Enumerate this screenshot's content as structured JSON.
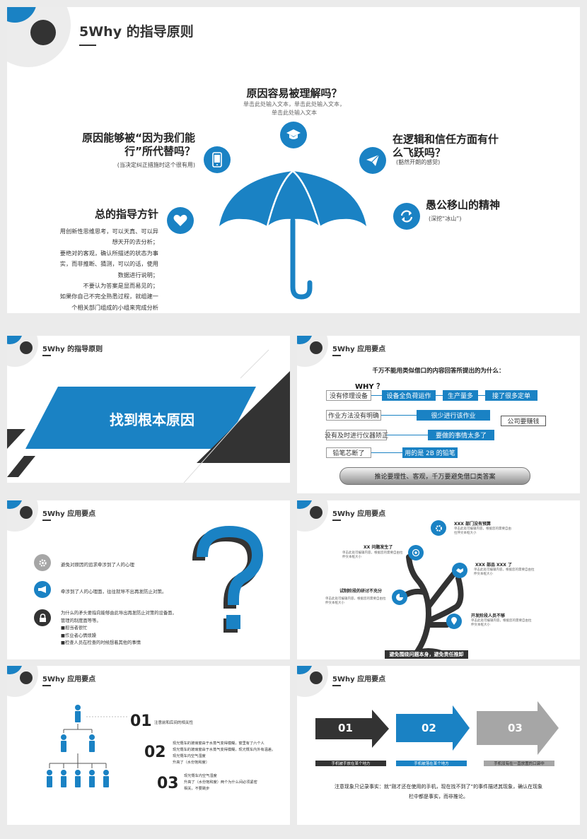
{
  "slide1": {
    "title": "5Why 的指导原则",
    "top_q": {
      "title": "原因容易被理解吗？",
      "body1": "单击此处输入文本，单击此处输入文本，",
      "body2": "单击此处输入文本"
    },
    "left_q": {
      "title1": "原因能够被“因为我们能",
      "title2": "行”所代替吗？",
      "sub": "(当决定纠正措施时这个很有用)"
    },
    "right_q": {
      "title1": "在逻辑和信任方面有什",
      "title2": "么飞跃吗？",
      "sub": "(豁然开朗的感觉)"
    },
    "right2": {
      "title": "愚公移山的精神",
      "sub": "(深挖“冰山”)"
    },
    "left2": {
      "title": "总的指导方针",
      "lines": [
        "用创新性思维思考，可以天真、可以异",
        "想天开的去分析；",
        "要绝对的客观，确认所描述的状态为事",
        "实，而非推断、猜测，可以的话，使用",
        "数据进行说明；",
        "不要认为答案是显而易见的；",
        "如果你自己不完全熟悉过程，就组建一",
        "个相关部门组成的小组来完成分析"
      ]
    }
  },
  "slide2": {
    "title": "5Why 的指导原则",
    "banner": "找到根本原因"
  },
  "slide3": {
    "title": "5Why 应用要点",
    "heading": "千万不能用类似借口的内容回答所提出的为什么：",
    "why": "WHY ？",
    "row1": [
      "没有修理设备",
      "设备全负荷运作",
      "生产量多",
      "接了很多定单"
    ],
    "row2": [
      "作业方法没有明确",
      "很少进行该作业"
    ],
    "row3": [
      "没有及时进行仪器矫正",
      "要做的事情太多了"
    ],
    "row4": [
      "铅笔芯断了",
      "用的是 2B 的铅笔"
    ],
    "side": "公司要赚钱",
    "footer": "推论要理性、客观，千万要避免借口类答案"
  },
  "slide4": {
    "title": "5Why 应用要点",
    "items": [
      {
        "icon": "gear-icon",
        "text": "避免对原因的追求牵涉到了人的心理"
      },
      {
        "icon": "megaphone-icon",
        "text": "牵涉到了人的心理面，往往就导不出再发防止对策。"
      },
      {
        "icon": "lock-icon",
        "text": "为什么的矛头要指向能够由此导出再发防止对策的设备面，",
        "more": [
          "管理的制度面等等。",
          "■担当者很忙",
          "■作业者心情烦躁",
          "■检查人员在检查的时候想着其他的事情"
        ]
      }
    ]
  },
  "slide5": {
    "title": "5Why 应用要点",
    "labels": [
      {
        "title": "XXX 部门没有预算",
        "desc": "单击此处可编辑内容，根据您的需要自由拉伸文本框大小"
      },
      {
        "title": "XX 问题发生了",
        "desc": "单击此处可编辑内容，根据您的需要自由拉伸文本框大小"
      },
      {
        "title": "XXX 部品 XXX 了",
        "desc": "单击此处可编辑内容，根据您的需要自由拉伸文本框大小"
      },
      {
        "title": "试制阶段的研讨不充分",
        "desc": "单击此处可编辑内容，根据您的需要自由拉伸文本框大小"
      },
      {
        "title": "开发阶段人员不够",
        "desc": "单击此处可编辑内容，根据您的需要自由拉伸文本框大小"
      }
    ],
    "banner": "避免围绕问题本身，避免责任推卸"
  },
  "slide6": {
    "title": "5Why 应用要点",
    "n1": "01",
    "t1": "注意前和后间的相关性",
    "n2": "02",
    "t2": [
      "现光慨车的玻璃窗由于水蒸气变得模糊，窗里有了六个人",
      "现光慨车的玻璃窗由于水蒸气变得模糊，现光慨车内外有温差。",
      "现光慨车内空气湿度",
      "升高了（水份饱和度）"
    ],
    "n3": "03",
    "t3": [
      "现光慨车内空气湿度",
      "升高了（水份饱和度）两个为什么间必须紧密",
      "相关，不要跳步"
    ]
  },
  "slide7": {
    "title": "5Why 应用要点",
    "arrows": [
      {
        "num": "01",
        "label": "手机被手放在某个地方",
        "color": "#333333"
      },
      {
        "num": "02",
        "label": "手机被落在某个地方",
        "color": "#1a82c4"
      },
      {
        "num": "03",
        "label": "手机没有在一直放置的口袋中",
        "color": "#a6a6a6"
      }
    ],
    "foot1": "注意现象只记录事实：就“刚才还在使用的手机，现在找不到了”的事件描述其现象，确认在现象",
    "foot2": "栏中都是事实，而非推论。"
  }
}
